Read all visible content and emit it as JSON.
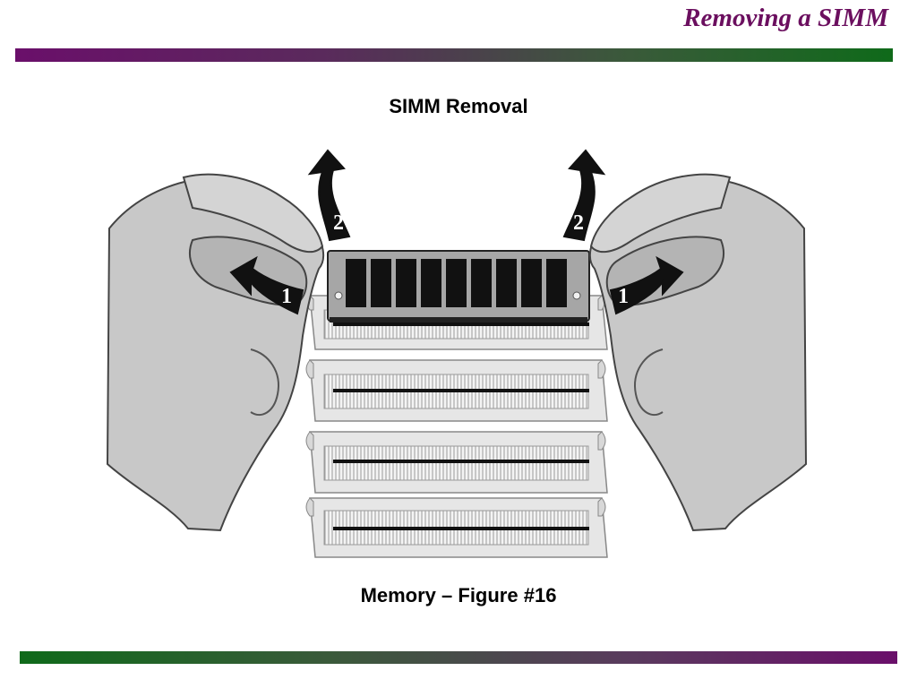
{
  "slide": {
    "title": "Removing a SIMM"
  },
  "figure": {
    "heading": "SIMM Removal",
    "caption": "Memory – Figure #16",
    "step_labels": {
      "release_clips": "1",
      "tilt_module": "2"
    }
  },
  "colors": {
    "title_text": "#6b0f5f",
    "bar_purple": "#6a0f6a",
    "bar_green": "#0f6a1a",
    "hand_fill": "#c8c8c8",
    "arrow_fill": "#111111"
  },
  "icons": {
    "step_arrow": "curved-arrow-icon"
  }
}
